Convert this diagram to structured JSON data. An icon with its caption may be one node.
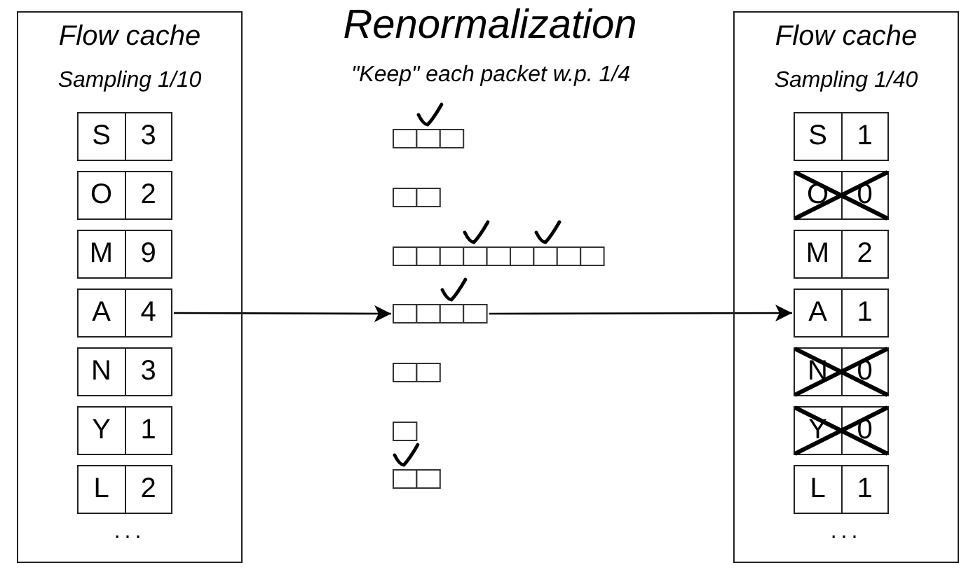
{
  "diagram": {
    "title": "Renormalization",
    "nodes": [
      {
        "text": [
          "Flow cache",
          "Sampling 1/10"
        ]
      },
      {
        "text": [
          "S",
          "3"
        ],
        "in": 0
      },
      {
        "text": [
          "O",
          "2"
        ],
        "in": 0
      },
      {
        "text": [
          "M",
          "9"
        ],
        "in": 0
      },
      {
        "text": [
          "A",
          "4"
        ],
        "in": 0
      },
      {
        "text": [
          "N",
          "3"
        ],
        "in": 0
      },
      {
        "text": [
          "Y",
          "1"
        ],
        "in": 0
      },
      {
        "text": [
          "L",
          "2"
        ],
        "in": 0
      },
      {
        "text": [],
        "shape": "bar"
      },
      {
        "text": [],
        "shape": "bar"
      },
      {
        "text": [],
        "shape": "bar"
      },
      {
        "text": [],
        "shape": "bar"
      },
      {
        "text": [],
        "shape": "bar"
      },
      {
        "text": [],
        "shape": "bar"
      },
      {
        "text": [],
        "shape": "bar"
      },
      {
        "text": [
          "Flow cache",
          "Sampling 1/40"
        ]
      },
      {
        "text": [
          "S",
          "1"
        ],
        "in": 15
      },
      {
        "text": [
          "O",
          "0"
        ],
        "in": 15
      },
      {
        "text": [
          "M",
          "2"
        ],
        "in": 15
      },
      {
        "text": [
          "A",
          "1"
        ],
        "in": 15
      },
      {
        "text": [
          "N",
          "0"
        ],
        "in": 15
      },
      {
        "text": [
          "Y",
          "0"
        ],
        "in": 15
      },
      {
        "text": [
          "L",
          "1"
        ],
        "in": 15
      }
    ],
    "edges": [
      {
        "from": 4,
        "to": 11,
        "arrow": "to"
      },
      {
        "from": 11,
        "to": 19,
        "arrow": "to"
      }
    ],
    "labels": [
      "\"Keep\" each packet w.p. 1/4",
      "...",
      "..."
    ]
  }
}
